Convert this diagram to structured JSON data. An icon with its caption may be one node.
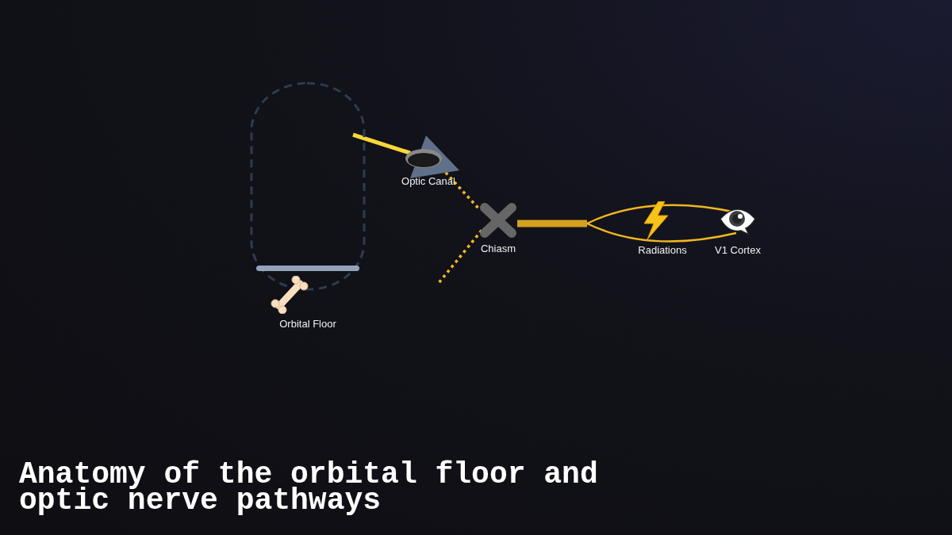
{
  "diagram": {
    "title": "Anatomy of the orbital floor and optic nerve pathways",
    "nodes": [
      {
        "text": [],
        "shape": "box"
      },
      {
        "text": [
          "Orbital Floor"
        ]
      },
      {
        "text": [
          "Optic Canal"
        ]
      },
      {
        "text": [
          "Chiasm"
        ]
      },
      {
        "text": [
          "Radiations"
        ]
      },
      {
        "text": [
          "V1 Cortex"
        ]
      }
    ],
    "edges": [
      {
        "from": 0,
        "to": 2,
        "arrow": "none",
        "color": "#f8d838"
      },
      {
        "from": 2,
        "to": 3,
        "arrow": "none",
        "style": "dashed",
        "color": "#f5b820"
      },
      {
        "from": 3,
        "to": null,
        "arrow": "none",
        "style": "dashed",
        "color": "#f5b820"
      },
      {
        "from": 3,
        "to": 4,
        "arrow": "none",
        "style": "thick",
        "color": "#d4a020"
      }
    ]
  }
}
